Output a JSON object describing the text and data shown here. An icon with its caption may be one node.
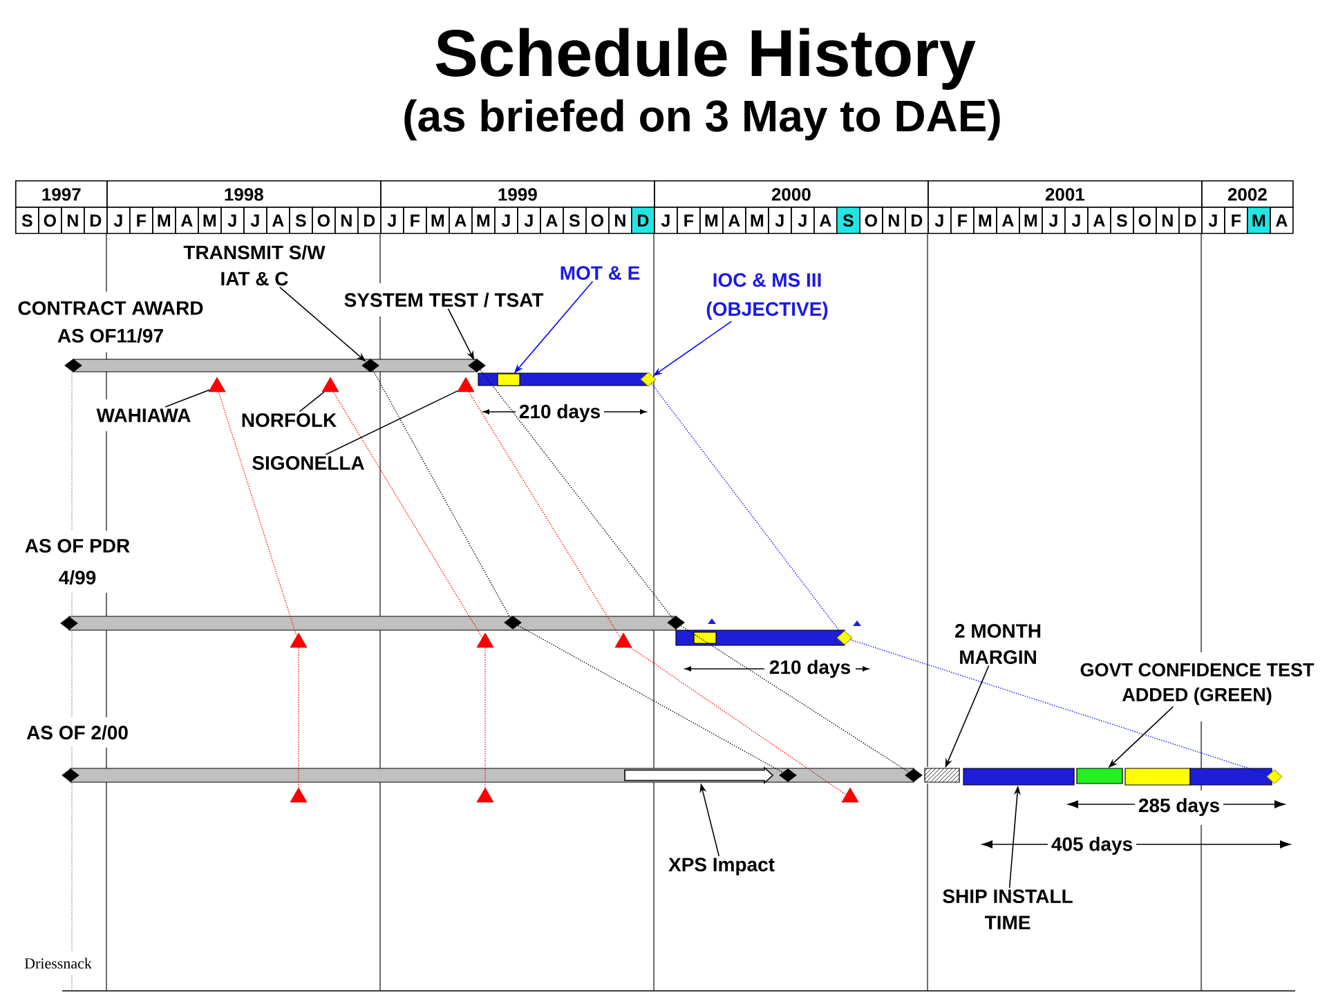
{
  "diagram": {
    "title": "Schedule History",
    "nodes": [
      {
        "text": [
          "TRANSMIT S/W IAT & C"
        ]
      },
      {
        "text": [
          "MOT & E"
        ]
      },
      {
        "text": [
          "SYSTEM TEST / TSAT"
        ]
      },
      {
        "text": [
          "IOC & MS III (OBJECTIVE)"
        ]
      },
      {
        "text": [],
        "shape": "diamond"
      },
      {
        "text": [],
        "shape": "diamond"
      },
      {
        "text": [],
        "shape": "box"
      },
      {
        "text": [],
        "shape": "diamond"
      },
      {
        "text": [],
        "shape": "triangle"
      },
      {
        "text": [],
        "shape": "triangle"
      },
      {
        "text": [],
        "shape": "triangle"
      },
      {
        "text": [
          "WAHIAWA"
        ]
      },
      {
        "text": [
          "NORFOLK"
        ]
      },
      {
        "text": [
          "SIGONELLA"
        ]
      },
      {
        "text": [],
        "shape": "diamond"
      },
      {
        "text": [],
        "shape": "diamond"
      },
      {
        "text": [],
        "shape": "diamond"
      },
      {
        "text": [],
        "shape": "triangle"
      },
      {
        "text": [],
        "shape": "triangle"
      },
      {
        "text": [],
        "shape": "triangle"
      },
      {
        "text": [
          "2 MONTH MARGIN"
        ]
      },
      {
        "text": [
          "GOVT CONFIDENCE TEST ADDED (GREEN)"
        ]
      },
      {
        "text": [],
        "shape": "arrow"
      },
      {
        "text": [],
        "shape": "diamond"
      },
      {
        "text": [],
        "shape": "diamond"
      },
      {
        "text": [],
        "shape": "bar"
      },
      {
        "text": [],
        "shape": "box"
      },
      {
        "text": [],
        "shape": "bar"
      },
      {
        "text": [],
        "shape": "diamond"
      },
      {
        "text": [],
        "shape": "triangle"
      },
      {
        "text": [],
        "shape": "triangle"
      },
      {
        "text": [],
        "shape": "triangle"
      },
      {
        "text": [
          "XPS Impact"
        ]
      },
      {
        "text": [
          "SHIP INSTALL TIME"
        ]
      }
    ],
    "edges": [
      {
        "from": 0,
        "to": 4,
        "arrow": "to"
      },
      {
        "from": 2,
        "to": 5,
        "arrow": "to"
      },
      {
        "from": 1,
        "to": 6,
        "arrow": "to",
        "color": "#0000ff"
      },
      {
        "from": 3,
        "to": 7,
        "arrow": "to",
        "color": "#0000ff"
      },
      {
        "from": 11,
        "to": 8,
        "arrow": "none"
      },
      {
        "from": 12,
        "to": 9,
        "arrow": "none"
      },
      {
        "from": 13,
        "to": 10,
        "arrow": "none"
      },
      {
        "from": 4,
        "to": 14,
        "arrow": "none",
        "style": "dashed"
      },
      {
        "from": 5,
        "to": 15,
        "arrow": "none",
        "style": "dashed"
      },
      {
        "from": 7,
        "to": 16,
        "arrow": "none",
        "style": "dashed",
        "color": "#0000ff"
      },
      {
        "from": 8,
        "to": 17,
        "arrow": "none",
        "style": "dashed",
        "color": "#ff0000"
      },
      {
        "from": 9,
        "to": 18,
        "arrow": "none",
        "style": "dashed",
        "color": "#ff0000"
      },
      {
        "from": 10,
        "to": 19,
        "arrow": "none",
        "style": "dashed",
        "color": "#ff0000"
      },
      {
        "from": 14,
        "to": 23,
        "arrow": "none",
        "style": "dashed"
      },
      {
        "from": 15,
        "to": 24,
        "arrow": "none",
        "style": "dashed"
      },
      {
        "from": 16,
        "to": 28,
        "arrow": "none",
        "style": "dashed",
        "color": "#0000ff"
      },
      {
        "from": 17,
        "to": 29,
        "arrow": "none",
        "style": "dashed",
        "color": "#ff0000"
      },
      {
        "from": 18,
        "to": 30,
        "arrow": "none",
        "style": "dashed",
        "color": "#ff0000"
      },
      {
        "from": 19,
        "to": 31,
        "arrow": "none",
        "style": "dashed",
        "color": "#ff0000"
      },
      {
        "from": 20,
        "to": 25,
        "arrow": "to"
      },
      {
        "from": 21,
        "to": 26,
        "arrow": "to"
      },
      {
        "from": 32,
        "to": 22,
        "arrow": "to"
      },
      {
        "from": 33,
        "to": 27,
        "arrow": "to"
      }
    ],
    "labels": [
      "(as briefed on 3 May to DAE)",
      "1997",
      "1998",
      "1999",
      "2000",
      "2001",
      "2002",
      "S",
      "O",
      "N",
      "D",
      "J",
      "F",
      "M",
      "A",
      "M",
      "J",
      "J",
      "A",
      "S",
      "O",
      "N",
      "D",
      "J",
      "F",
      "M",
      "A",
      "M",
      "J",
      "J",
      "A",
      "S",
      "O",
      "N",
      "D",
      "J",
      "F",
      "M",
      "A",
      "M",
      "J",
      "J",
      "A",
      "S",
      "O",
      "N",
      "D",
      "J",
      "F",
      "M",
      "A",
      "M",
      "J",
      "J",
      "A",
      "S",
      "O",
      "N",
      "D",
      "J",
      "F",
      "M",
      "A",
      "CONTRACT AWARD AS OF11/97",
      "210 days",
      "AS OF PDR 4/99",
      "210 days",
      "AS OF 2/00",
      "285 days",
      "405 days",
      "Driessnack"
    ]
  }
}
